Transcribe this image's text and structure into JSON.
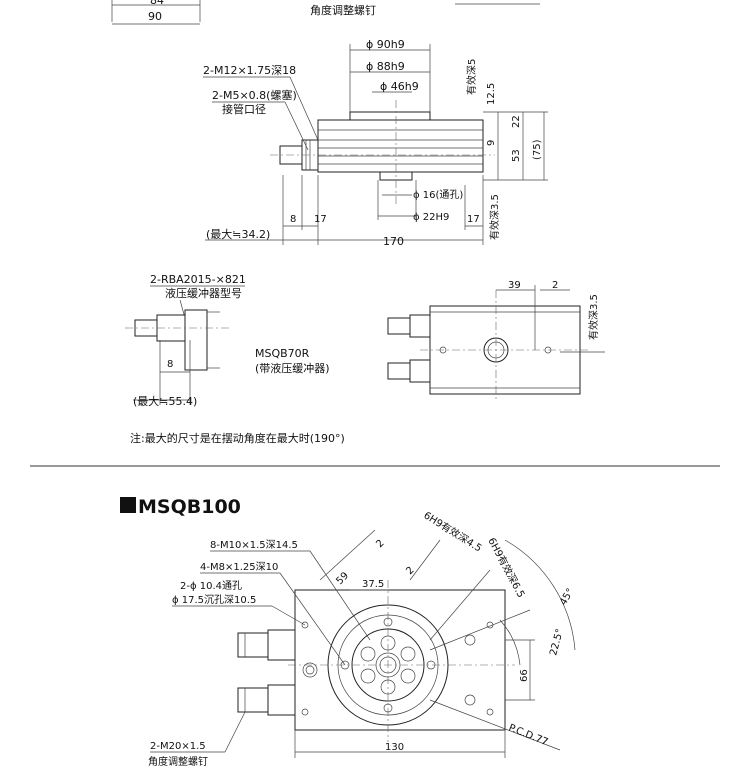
{
  "top_fragment": {
    "dim_84": "84",
    "dim_90": "90",
    "angle_screw": "角度调整螺钉"
  },
  "msqb70": {
    "phi90": "ϕ 90h9",
    "phi88": "ϕ 88h9",
    "phi46": "ϕ 46h9",
    "m12": "2-M12×1.75深18",
    "m5": "2-M5×0.8(螺塞)",
    "pipe": "接管口径",
    "depth5": "有效深5",
    "d12_5": "12.5",
    "d22": "22",
    "d9": "9",
    "d53": "53",
    "d75": "(75)",
    "depth3_5": "有效深3.5",
    "phi16": "ϕ 16(通孔)",
    "phi22": "ϕ 22H9",
    "d8": "8",
    "d17a": "17",
    "d17b": "17",
    "max34": "(最大≒34.2)",
    "d170": "170",
    "rba": "2-RBA2015-×821",
    "rba_label": "液压缓冲器型号",
    "d8b": "8",
    "max55": "(最大≒55.4)",
    "model": "MSQB70R",
    "model_sub": "(带液压缓冲器)",
    "d39": "39",
    "d2": "2",
    "depth3_5b": "有效深3.5",
    "note": "注:最大的尺寸是在摆动角度在最大时(190°)"
  },
  "msqb100": {
    "title": "MSQB100",
    "m10": "8-M10×1.5深14.5",
    "m8": "4-M8×1.25深10",
    "phi10": "2-ϕ 10.4通孔",
    "phi17": "ϕ 17.5沉孔深10.5",
    "d59": "59",
    "d37_5": "37.5",
    "d2a": "2",
    "d2b": "2",
    "h9a": "6H9有效深4.5",
    "h9b": "6H9有效深6.5",
    "a45": "45°",
    "a22_5": "22.5°",
    "d66": "66",
    "pcd": "P.C.D.77",
    "m20": "2-M20×1.5",
    "angle_screw": "角度调整螺钉",
    "d130": "130"
  }
}
